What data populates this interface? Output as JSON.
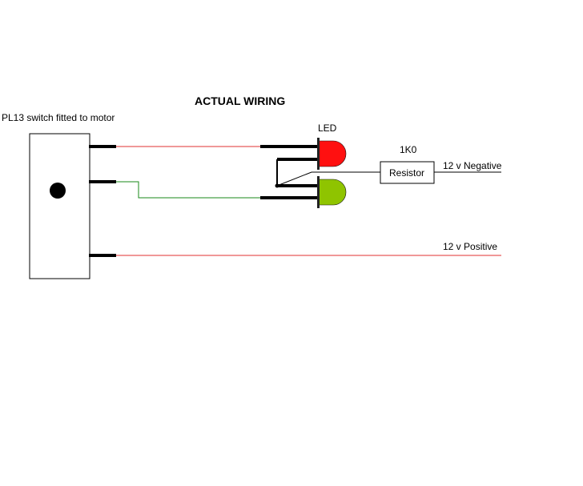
{
  "diagram": {
    "title": "ACTUAL WIRING",
    "switch_label": "PL13 switch fitted to motor",
    "led_label": "LED",
    "resistor_value": "1K0",
    "resistor_label": "Resistor",
    "negative_label": "12 v Negative",
    "positive_label": "12 v Positive"
  },
  "colors": {
    "red_wire": "#e03030",
    "green_wire": "#1a8a1a",
    "red_led": "#ff1010",
    "green_led": "#8fc400",
    "pin": "#000000"
  }
}
